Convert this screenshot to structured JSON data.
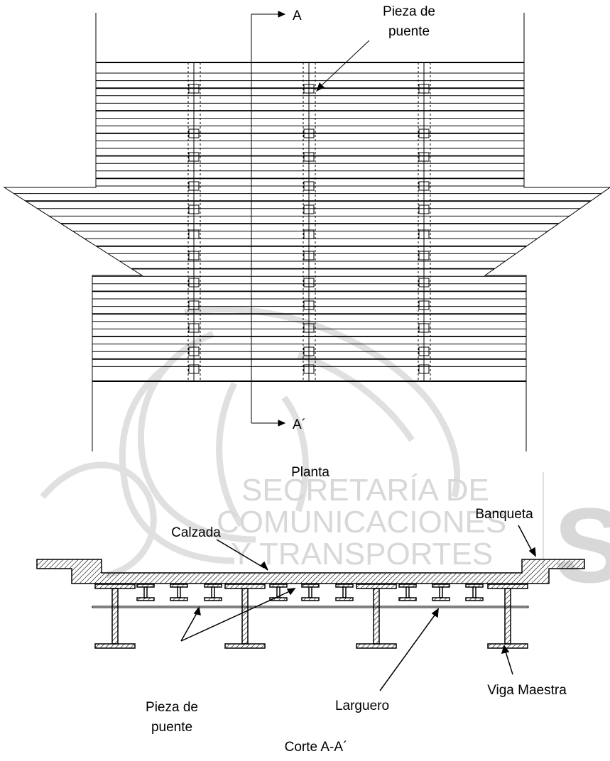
{
  "watermark": {
    "line1": "SECRETARÍA DE",
    "line2": "COMUNICACIONES",
    "line3": "Y TRANSPORTES",
    "initials": "SCT"
  },
  "plan": {
    "section_start": "A",
    "section_end": "A´",
    "callout_pieza_l1": "Pieza de",
    "callout_pieza_l2": "puente",
    "title": "Planta"
  },
  "section": {
    "banqueta": "Banqueta",
    "calzada": "Calzada",
    "pieza_l1": "Pieza de",
    "pieza_l2": "puente",
    "larguero": "Larguero",
    "viga_maestra": "Viga Maestra",
    "title": "Corte A-A´"
  },
  "colors": {
    "line": "#000000",
    "watermark": "#d8d8d8"
  }
}
